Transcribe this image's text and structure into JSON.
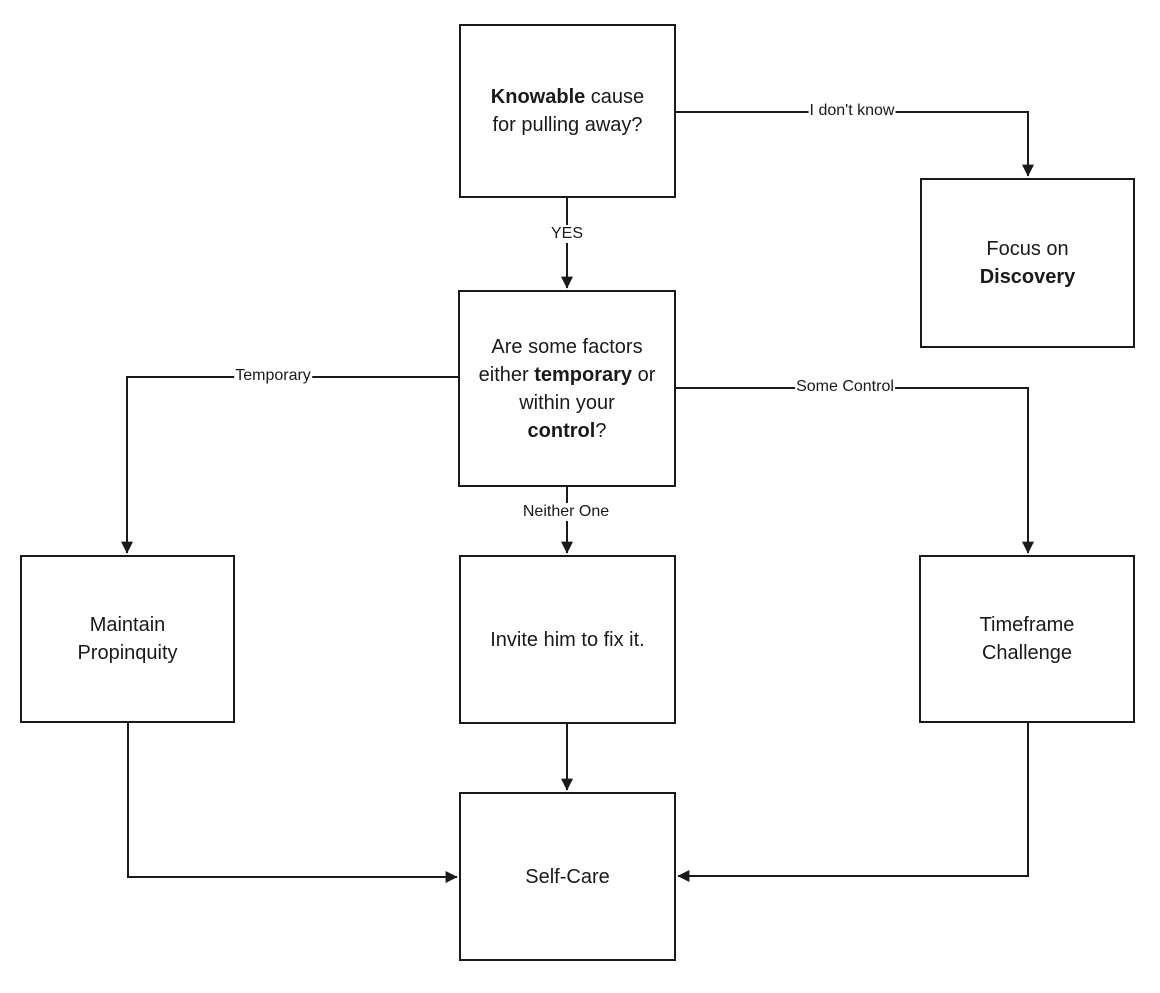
{
  "diagram": {
    "background_color": "#ffffff",
    "line_color": "#1a1a1a",
    "nodes": {
      "knowable": {
        "line1_bold": "Knowable",
        "line1_rest": " cause",
        "line2": "for pulling away?"
      },
      "discovery": {
        "line1": "Focus on",
        "line2_bold": "Discovery"
      },
      "factors": {
        "line1": "Are some factors",
        "line2_pre": "either ",
        "line2_bold": "temporary",
        "line2_post": " or",
        "line3": "within your",
        "line4_bold": "control",
        "line4_post": "?"
      },
      "propinquity": {
        "line1": "Maintain",
        "line2": "Propinquity"
      },
      "invite": {
        "line1": "Invite him to fix it."
      },
      "timeframe": {
        "line1": "Timeframe",
        "line2": "Challenge"
      },
      "selfcare": {
        "line1": "Self-Care"
      }
    },
    "edge_labels": {
      "yes": "YES",
      "i_dont_know": "I don't know",
      "temporary": "Temporary",
      "some_control": "Some Control",
      "neither_one": "Neither One"
    }
  }
}
